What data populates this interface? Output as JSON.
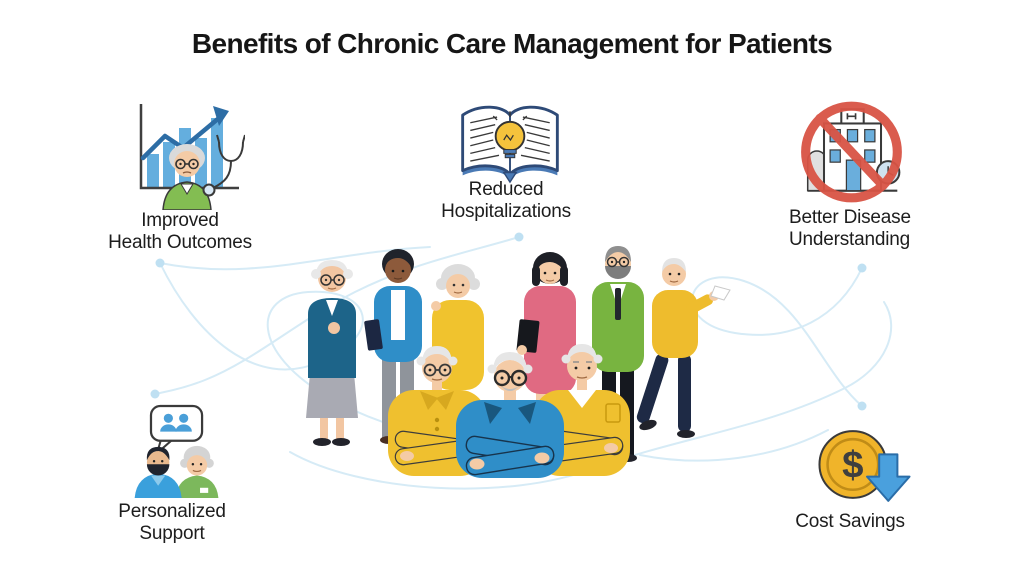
{
  "title": "Benefits of Chronic Care Management for Patients",
  "benefits": [
    {
      "id": "improved-health-outcomes",
      "label": [
        "Improved",
        "Health Outcomes"
      ],
      "icon": "health-trend-chart-stethoscope-icon"
    },
    {
      "id": "reduced-hospitalizations",
      "label": [
        "Reduced",
        "Hospitalizations"
      ],
      "icon": "open-book-lightbulb-icon"
    },
    {
      "id": "better-disease-understanding",
      "label": [
        "Better Disease",
        "Understanding"
      ],
      "icon": "crossed-out-hospital-icon"
    },
    {
      "id": "personalized-support",
      "label": [
        "Personalized",
        "Support"
      ],
      "icon": "caregiver-patient-chat-icon"
    },
    {
      "id": "cost-savings",
      "label": [
        "Cost Savings"
      ],
      "icon": "dollar-coin-down-arrow-icon"
    }
  ],
  "icons": {
    "dollar_symbol": "$"
  },
  "illustration": {
    "description": "Group of nine diverse senior patients standing together, three in front with arms crossed, linked by light blue squiggly connector lines with dots",
    "people": [
      "senior woman in teal blazer and gray skirt with glasses",
      "woman with dark skin in blue jacket holding a book",
      "senior woman in yellow dress",
      "woman with black bob in pink dress holding a folder",
      "senior man with gray beard and glasses in green jacket and tie",
      "senior man in yellow sweater walking and holding a paper",
      "senior man in yellow polo shirt with arms crossed",
      "senior man in blue shirt with round glasses, mustache and arms crossed",
      "senior man in yellow sweater with arms crossed"
    ]
  },
  "colors": {
    "background": "#ffffff",
    "title_text": "#161616",
    "label_text": "#1d1d1d",
    "connector_line": "#d6ebf6",
    "connector_dot": "#bfe0f2",
    "accent_blue": "#2f8ec8",
    "accent_yellow": "#efc02f",
    "accent_teal": "#1d6489",
    "accent_pink": "#e06a82",
    "accent_green": "#78b440",
    "prohibition_red": "#d95445",
    "coin_gold": "#f0b42a",
    "arrow_blue": "#4aa0dd",
    "chart_bar_blue": "#64aede",
    "trend_arrow_blue": "#2d6da5"
  }
}
